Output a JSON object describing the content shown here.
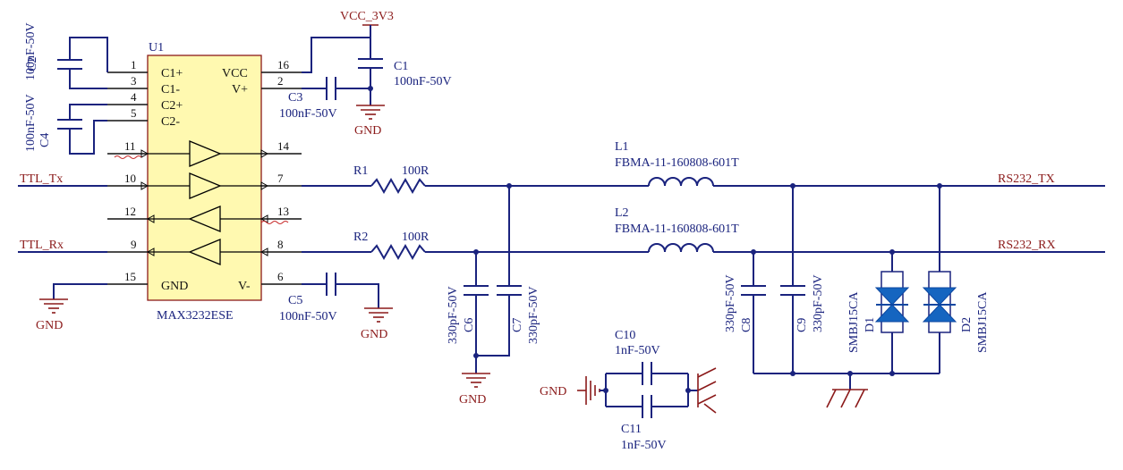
{
  "ic": {
    "ref": "U1",
    "part": "MAX3232ESE",
    "pin_names": {
      "c1p": "C1+",
      "c1m": "C1-",
      "c2p": "C2+",
      "c2m": "C2-",
      "vcc": "VCC",
      "vp": "V+",
      "gnd": "GND",
      "vm": "V-"
    },
    "pins": {
      "p1": "1",
      "p3": "3",
      "p4": "4",
      "p5": "5",
      "p11": "11",
      "p10": "10",
      "p12": "12",
      "p9": "9",
      "p15": "15",
      "p16": "16",
      "p2": "2",
      "p14": "14",
      "p7": "7",
      "p13": "13",
      "p8": "8",
      "p6": "6"
    }
  },
  "nets": {
    "vcc": "VCC_3V3",
    "ttl_tx": "TTL_Tx",
    "ttl_rx": "TTL_Rx",
    "rs232_tx": "RS232_TX",
    "rs232_rx": "RS232_RX",
    "gnd1": "GND",
    "gnd2": "GND",
    "gnd3": "GND",
    "gnd4": "GND",
    "gnd5": "GND"
  },
  "components": {
    "c1": {
      "ref": "C1",
      "value": "100nF-50V"
    },
    "c2": {
      "ref": "C2",
      "value": "100nF-50V"
    },
    "c3": {
      "ref": "C3",
      "value": "100nF-50V"
    },
    "c4": {
      "ref": "C4",
      "value": "100nF-50V"
    },
    "c5": {
      "ref": "C5",
      "value": "100nF-50V"
    },
    "c6": {
      "ref": "C6",
      "value": "330pF-50V"
    },
    "c7": {
      "ref": "C7",
      "value": "330pF-50V"
    },
    "c8": {
      "ref": "C8",
      "value": "330pF-50V"
    },
    "c9": {
      "ref": "C9",
      "value": "330pF-50V"
    },
    "c10": {
      "ref": "C10",
      "value": "1nF-50V"
    },
    "c11": {
      "ref": "C11",
      "value": "1nF-50V"
    },
    "r1": {
      "ref": "R1",
      "value": "100R"
    },
    "r2": {
      "ref": "R2",
      "value": "100R"
    },
    "l1": {
      "ref": "L1",
      "value": "FBMA-11-160808-601T"
    },
    "l2": {
      "ref": "L2",
      "value": "FBMA-11-160808-601T"
    },
    "d1": {
      "ref": "D1",
      "value": "SMBJ15CA"
    },
    "d2": {
      "ref": "D2",
      "value": "SMBJ15CA"
    }
  },
  "colors": {
    "wire": "#1a237e",
    "net_label": "#8b1a1a",
    "ic_body": "#fff9b0",
    "diode_fill": "#1565c0"
  }
}
